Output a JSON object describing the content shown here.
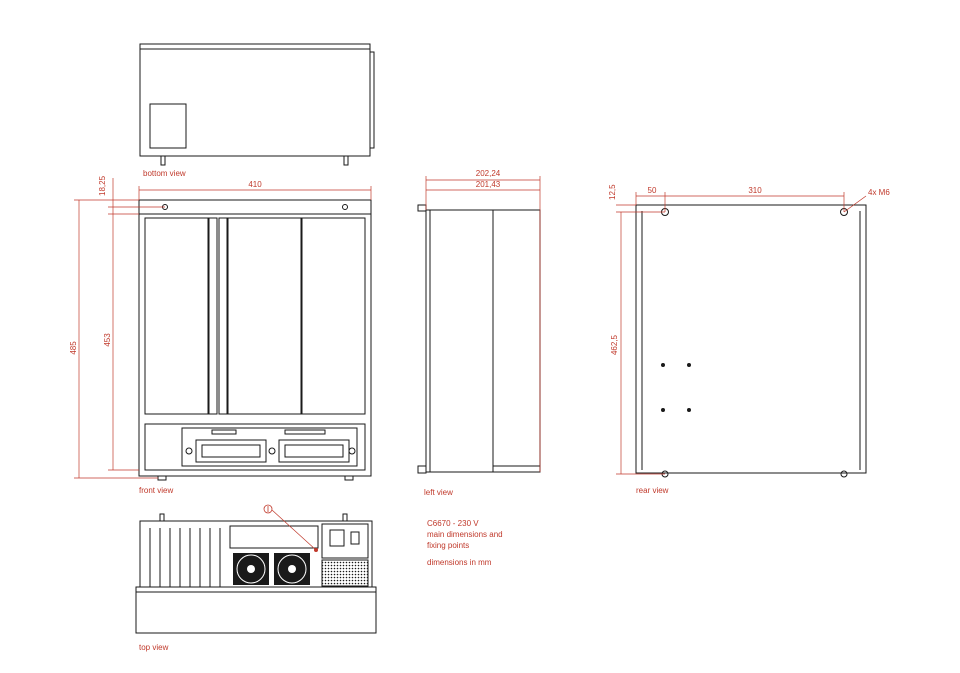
{
  "views": {
    "bottom": "bottom view",
    "front": "front view",
    "left": "left view",
    "rear": "rear view",
    "top": "top view"
  },
  "dims": {
    "front_width": "410",
    "front_top_offset": "18,25",
    "front_height_total": "485",
    "front_height_inner": "453",
    "left_depth_outer": "202,24",
    "left_depth_inner": "201,43",
    "rear_offset_top": "12,5",
    "rear_offset_left": "50",
    "rear_hole_spacing": "310",
    "rear_holes": "4x M6",
    "rear_height": "462,5"
  },
  "notes": {
    "model": "C6670 - 230 V",
    "line2": "main dimensions and",
    "line3": "fixing points",
    "units": "dimensions in mm"
  },
  "colors": {
    "line": "#1a1a1a",
    "dimension": "#c0392b",
    "fill": "#ffffff"
  }
}
